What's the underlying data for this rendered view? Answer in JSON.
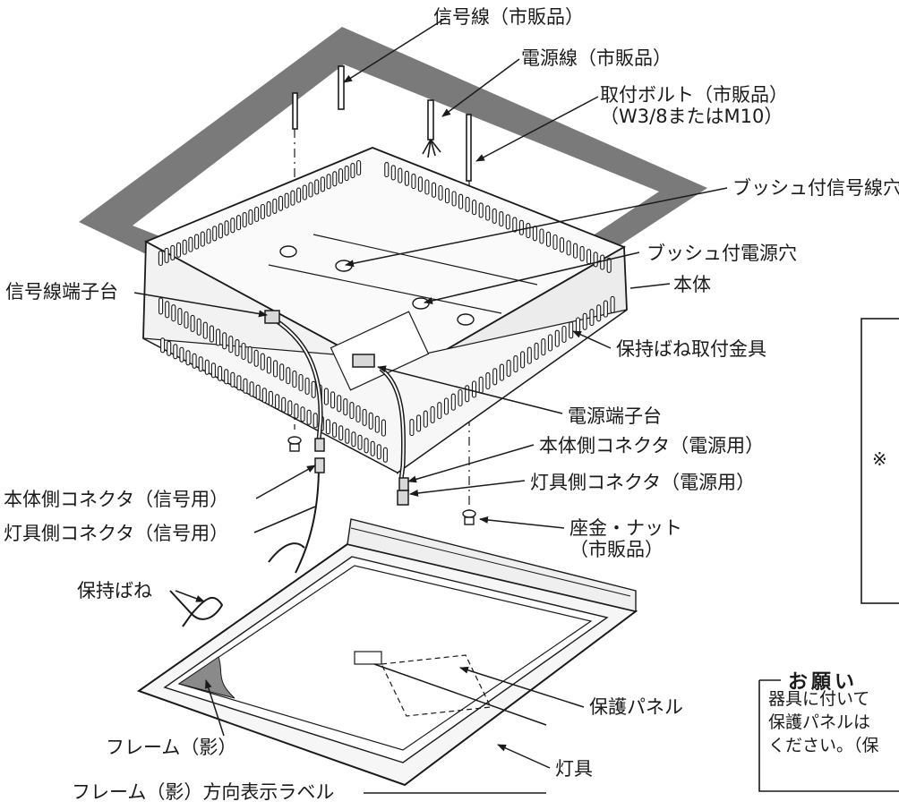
{
  "labels": {
    "signal_wire": "信号線（市販品）",
    "power_wire": "電源線（市販品）",
    "bolt_line1": "取付ボルト（市販品）",
    "bolt_line2": "（W3/8またはM10）",
    "bushing_signal_hole": "ブッシュ付信号線穴",
    "bushing_power_hole": "ブッシュ付電源穴",
    "body": "本体",
    "signal_terminal": "信号線端子台",
    "spring_bracket": "保持ばね取付金具",
    "power_terminal": "電源端子台",
    "body_conn_power": "本体側コネクタ（電源用）",
    "fixture_conn_power": "灯具側コネクタ（電源用）",
    "body_conn_signal": "本体側コネクタ（信号用）",
    "fixture_conn_signal": "灯具側コネクタ（信号用）",
    "washer_line1": "座金・ナット",
    "washer_line2": "（市販品）",
    "spring": "保持ばね",
    "protect_panel": "保護パネル",
    "frame_shadow": "フレーム（影）",
    "fixture": "灯具",
    "frame_label": "フレーム（影）方向表示ラベル"
  },
  "notice": {
    "title": "お願い",
    "line1": "器具に付いて",
    "line2": "保護パネルは",
    "line3": "ください。（保"
  },
  "side_box_char": "※",
  "colors": {
    "ceiling": "#7a7a7a",
    "line": "#1a1a1a",
    "metal": "#f4f4f4"
  }
}
